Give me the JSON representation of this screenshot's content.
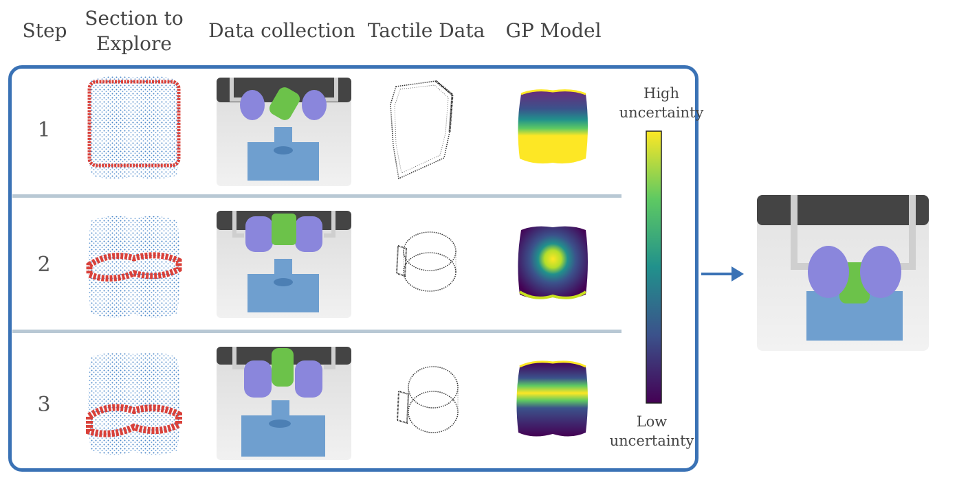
{
  "headers": {
    "step": "Step",
    "section": "Section to\nExplore",
    "data_collection": "Data collection",
    "tactile_data": "Tactile Data",
    "gp_model": "GP Model"
  },
  "steps": [
    {
      "number": "1"
    },
    {
      "number": "2"
    },
    {
      "number": "3"
    }
  ],
  "colorbar": {
    "high_label": "High\nuncertainty",
    "low_label": "Low\nuncertainty",
    "colormap": [
      "#440154",
      "#3b528b",
      "#21918c",
      "#5ec962",
      "#fde725"
    ]
  },
  "colors": {
    "frame": "#3a72b5",
    "point_blue": "#4a86c8",
    "point_red": "#d9413a",
    "gripper_purple": "#8a86dc",
    "object_green": "#6cc24a",
    "base_blue": "#6f9fcf"
  }
}
